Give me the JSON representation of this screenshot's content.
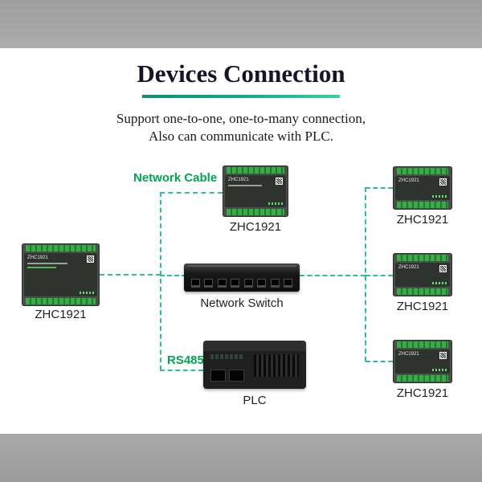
{
  "header": {
    "title": "Devices Connection",
    "subtitle_line1": "Support one-to-one, one-to-many connection,",
    "subtitle_line2": "Also can communicate with PLC."
  },
  "diagram": {
    "network_cable_label": "Network Cable",
    "rs485_label": "RS485",
    "device_print": "ZHC1921",
    "devices": {
      "left": {
        "label": "ZHC1921"
      },
      "top": {
        "label": "ZHC1921"
      },
      "right1": {
        "label": "ZHC1921"
      },
      "right2": {
        "label": "ZHC1921"
      },
      "right3": {
        "label": "ZHC1921"
      }
    },
    "switch": {
      "label": "Network Switch"
    },
    "plc": {
      "label": "PLC"
    }
  },
  "colors": {
    "accent_teal": "#17A98C",
    "connection_line": "#2ABFA3",
    "annotation_green": "#00A651",
    "frame_gray": "#A6A6A6",
    "title_color": "#14142B"
  }
}
